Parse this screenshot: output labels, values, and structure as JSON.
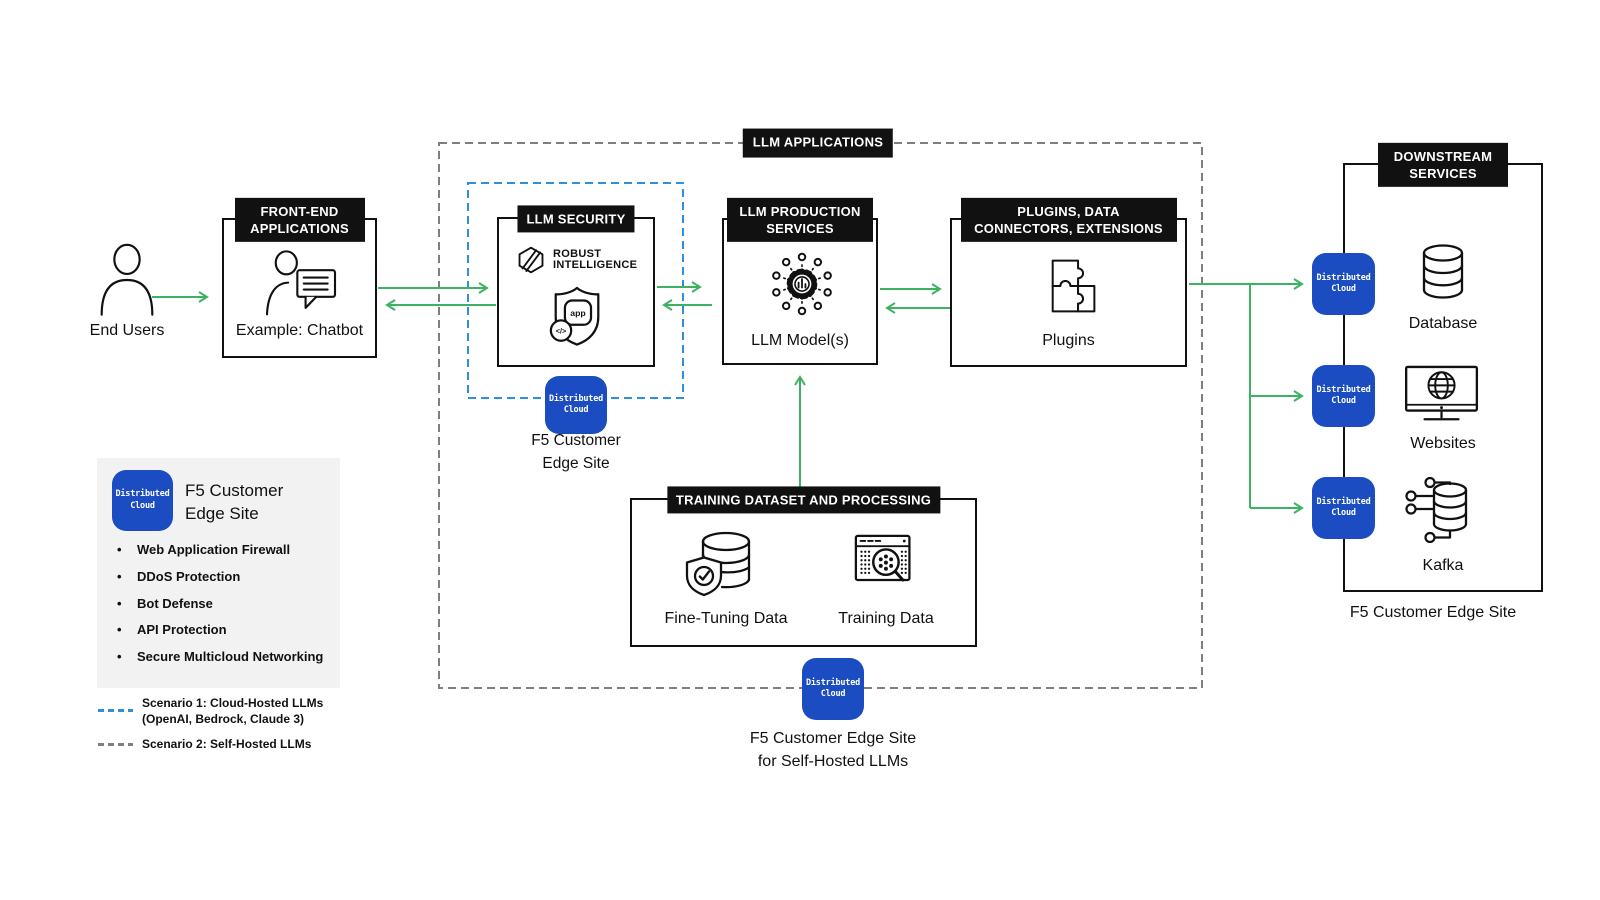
{
  "colors": {
    "ink": "#111111",
    "green": "#3cb262",
    "badge_blue": "#1b4cc1",
    "scenario1_blue": "#2f8fd8",
    "dash_gray": "#7f7f7f",
    "legend_bg": "#f2f2f2"
  },
  "badge": {
    "line1": "Distributed",
    "line2": "Cloud"
  },
  "nodes": {
    "end_users": {
      "label": "End Users"
    },
    "front_end": {
      "header": "FRONT-END APPLICATIONS",
      "label": "Example: Chatbot"
    },
    "llm_apps": {
      "header": "LLM APPLICATIONS"
    },
    "llm_security": {
      "header": "LLM SECURITY",
      "vendor_line1": "ROBUST",
      "vendor_line2": "INTELLIGENCE",
      "app_text": "app",
      "code_text": "</>"
    },
    "edge_site_security": {
      "line1": "F5 Customer",
      "line2": "Edge Site"
    },
    "llm_production": {
      "header": "LLM PRODUCTION SERVICES",
      "label": "LLM Model(s)"
    },
    "plugins": {
      "header": "PLUGINS, DATA CONNECTORS, EXTENSIONS",
      "label": "Plugins"
    },
    "training": {
      "header": "TRAINING DATASET AND PROCESSING",
      "fine_tuning_label": "Fine-Tuning Data",
      "training_label": "Training Data"
    },
    "edge_site_bottom": {
      "line1": "F5 Customer Edge Site",
      "line2": "for Self-Hosted LLMs"
    },
    "downstream": {
      "header": "DOWNSTREAM SERVICES",
      "items": [
        "Database",
        "Websites",
        "Kafka"
      ],
      "footer": "F5 Customer Edge Site"
    }
  },
  "legend_panel": {
    "title_line1": "F5 Customer",
    "title_line2": "Edge Site",
    "items": [
      "Web Application Firewall",
      "DDoS Protection",
      "Bot Defense",
      "API Protection",
      "Secure Multicloud Networking"
    ]
  },
  "scenario_legend": {
    "s1_line1": "Scenario 1: Cloud-Hosted LLMs",
    "s1_line2": "(OpenAI, Bedrock, Claude 3)",
    "s2": "Scenario 2: Self-Hosted LLMs"
  }
}
